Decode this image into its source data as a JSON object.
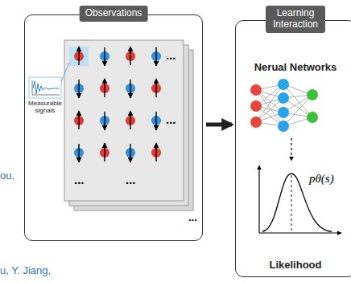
{
  "diagram": {
    "nodes": [
      {
        "text": [
          "Observations"
        ]
      },
      {
        "text": [
          "Learning Interaction",
          "Nerual Networks",
          "Likelihood"
        ]
      }
    ],
    "edges": [
      {
        "from": 0,
        "to": 1,
        "arrow": "to"
      }
    ],
    "labels": [
      "Measurable signals",
      "...",
      "...",
      "...",
      "...",
      "...",
      "pθ(s)",
      "ou,",
      "u, Y. Jiang,"
    ]
  }
}
